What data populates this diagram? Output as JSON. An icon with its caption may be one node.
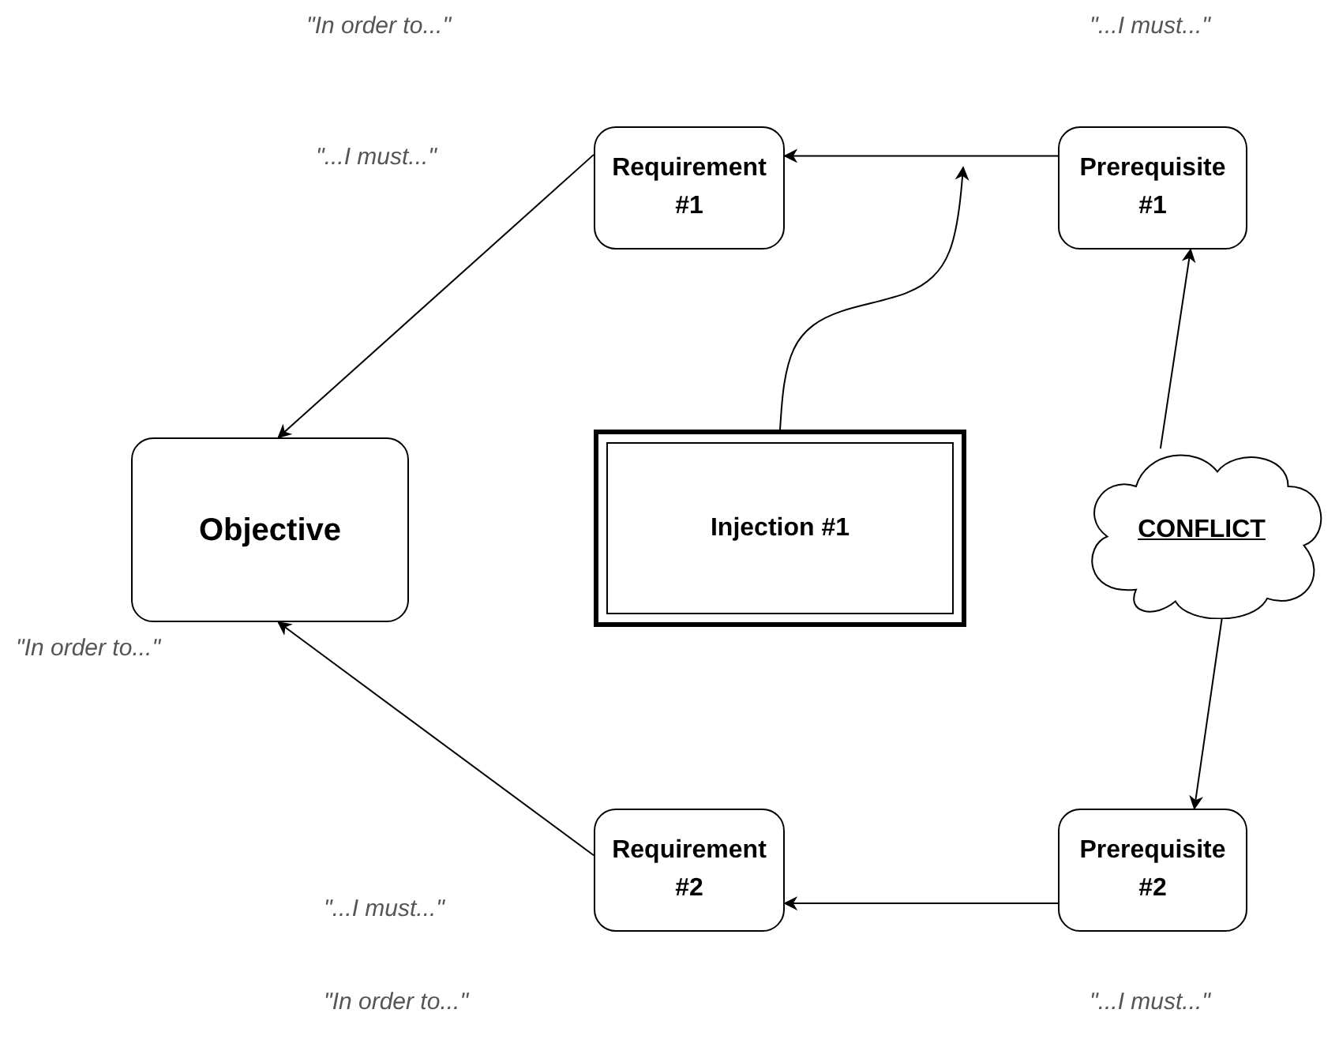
{
  "diagram": {
    "nodes": [
      {
        "text": [
          "Requirement #1"
        ]
      },
      {
        "text": [
          "Prerequisite #1"
        ]
      },
      {
        "text": [
          "Objective"
        ]
      },
      {
        "text": [
          "Injection #1"
        ]
      },
      {
        "text": [
          "CONFLICT"
        ]
      },
      {
        "text": [
          "Requirement #2"
        ]
      },
      {
        "text": [
          "Prerequisite #2"
        ]
      }
    ],
    "edges": [
      {
        "from": 1,
        "to": 0,
        "arrow": "to"
      },
      {
        "from": 0,
        "to": 2,
        "arrow": "to"
      },
      {
        "from": 5,
        "to": 2,
        "arrow": "to"
      },
      {
        "from": 6,
        "to": 5,
        "arrow": "to"
      },
      {
        "from": 4,
        "to": 1,
        "arrow": "to"
      },
      {
        "from": 4,
        "to": 6,
        "arrow": "to"
      },
      {
        "from": 3,
        "to": null,
        "arrow": "to"
      }
    ],
    "labels": [
      "\"In order to...\"",
      "\"...I must...\"",
      "\"...I must...\"",
      "\"In order to...\"",
      "\"...I must...\"",
      "\"In order to...\"",
      "\"...I must...\""
    ]
  }
}
